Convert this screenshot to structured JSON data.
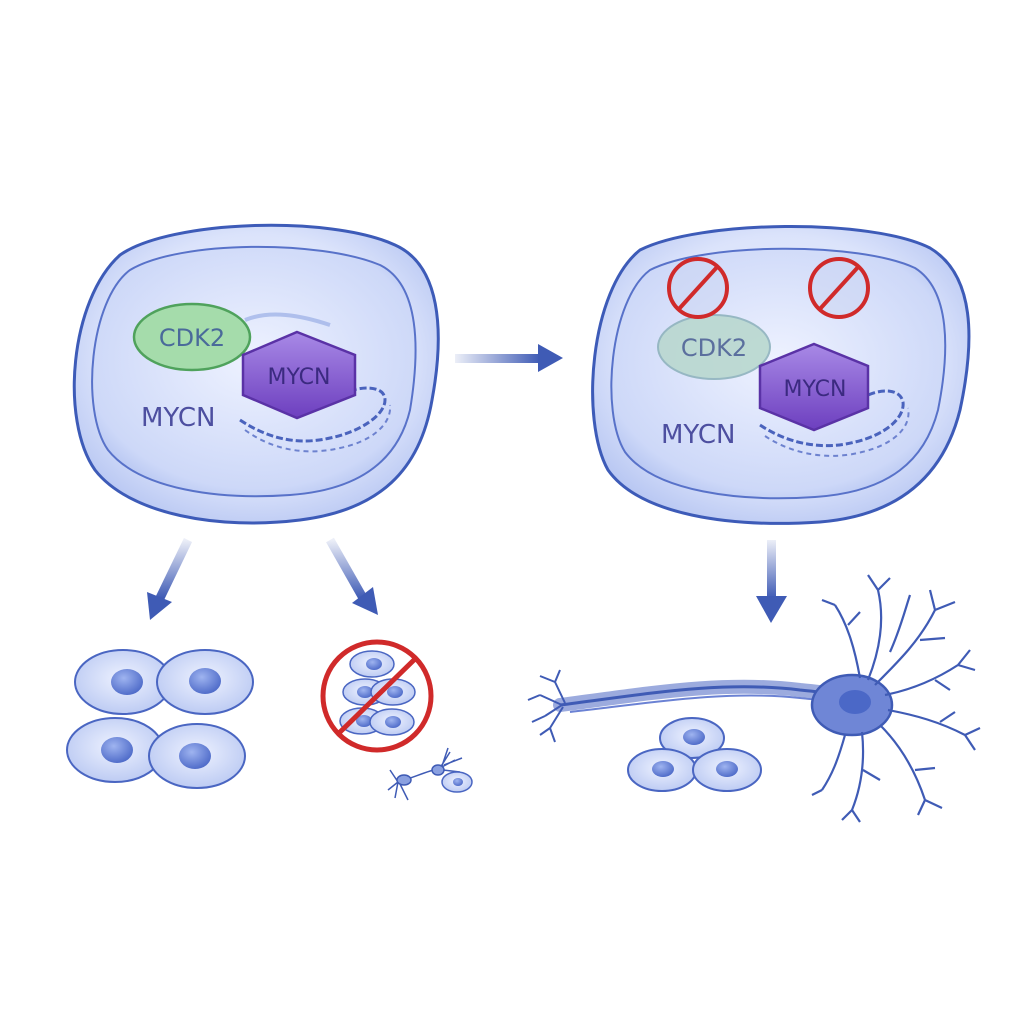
{
  "left_cell": {
    "cdk2_label": "CDK2",
    "mycn_hex_label": "MYCN",
    "mycn_text_label": "MYCN"
  },
  "right_cell": {
    "cdk2_label": "CDK2",
    "mycn_hex_label": "MYCN",
    "mycn_text_label": "MYCN"
  },
  "colors": {
    "cell_fill": "#dde5fb",
    "cell_stroke": "#3d5bb8",
    "cdk2_green": "#9ed6a6",
    "mycn_purple": "#7b4fc8",
    "inhibit_red": "#d02a2a",
    "arrow_blue": "#3f5bb5"
  }
}
